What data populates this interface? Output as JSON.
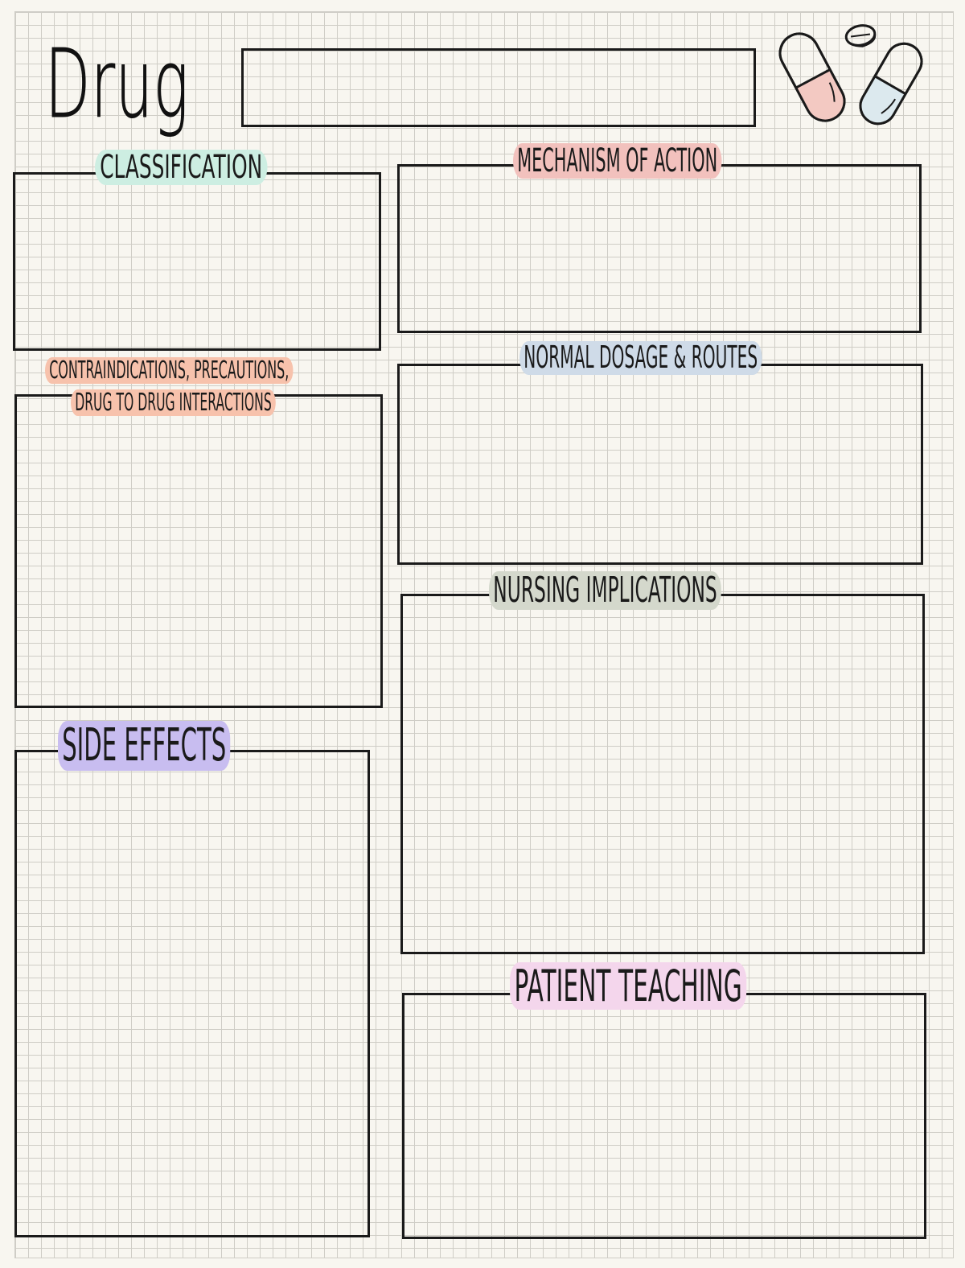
{
  "header": {
    "title": "Drug",
    "drug_name_value": ""
  },
  "sections": {
    "classification": {
      "label": "Classification",
      "color": "#cdeee2"
    },
    "mechanism": {
      "label": "Mechanism of action",
      "color": "#f2c1bd"
    },
    "contraindications": {
      "label_line1": "Contraindications, precautions,",
      "label_line2": "Drug to drug interactions",
      "color": "#f7c2ac"
    },
    "dosage": {
      "label": "Normal Dosage & Routes",
      "color": "#cfdbe8"
    },
    "nursing": {
      "label": "Nursing implications",
      "color": "#d4d8cc"
    },
    "side_effects": {
      "label": "Side effects",
      "color": "#c8bdf0"
    },
    "patient_teaching": {
      "label": "Patient teaching",
      "color": "#f4d6ec"
    }
  },
  "illustration": {
    "icon": "pills-icon",
    "pill_colors": [
      "#f3c9c2",
      "#dce9ee"
    ]
  }
}
